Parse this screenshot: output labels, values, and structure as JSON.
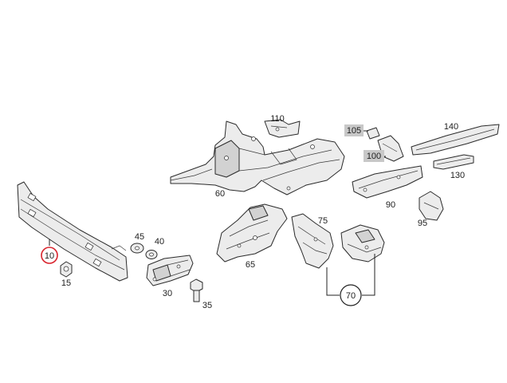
{
  "colors": {
    "line": "#2b2b2b",
    "part_fill": "#ececec",
    "highlight_circle": "#d9232d",
    "label_box": "#c8c8c8",
    "background": "#ffffff"
  },
  "callouts": {
    "c10": "10",
    "c15": "15",
    "c30": "30",
    "c35": "35",
    "c40": "40",
    "c45": "45",
    "c60": "60",
    "c65": "65",
    "c70": "70",
    "c75": "75",
    "c90": "90",
    "c95": "95",
    "c100": "100",
    "c105": "105",
    "c110": "110",
    "c130": "130",
    "c140": "140"
  }
}
